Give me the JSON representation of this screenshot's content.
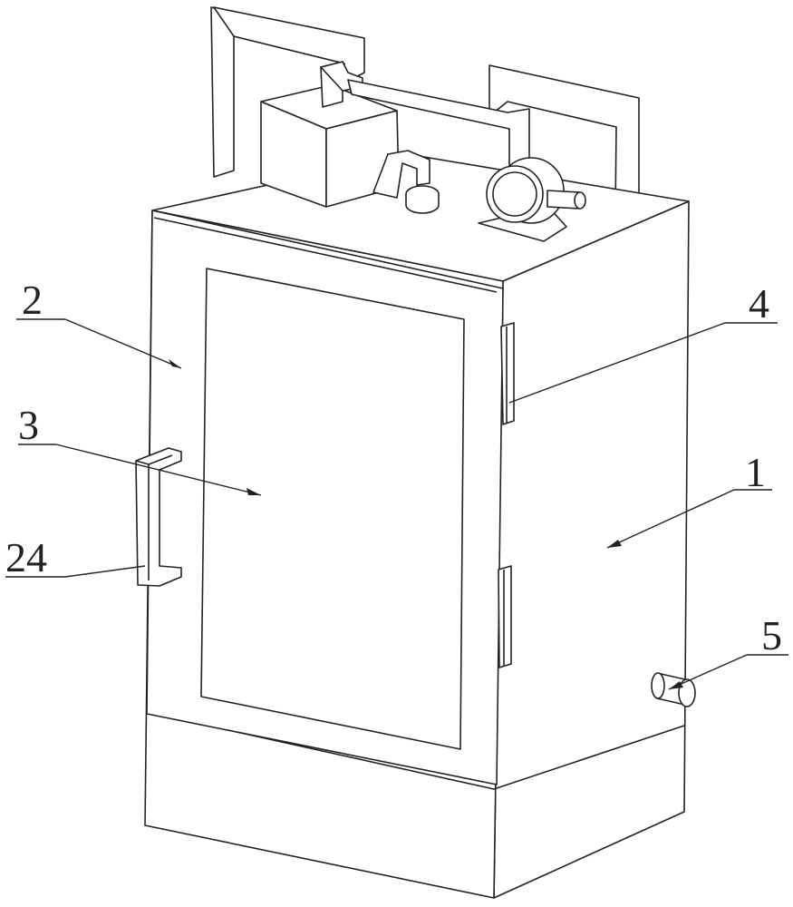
{
  "colors": {
    "line": "#222222",
    "background": "#ffffff"
  },
  "labels": [
    {
      "id": "housing",
      "text": "1"
    },
    {
      "id": "door",
      "text": "2"
    },
    {
      "id": "window",
      "text": "3"
    },
    {
      "id": "hinge",
      "text": "4"
    },
    {
      "id": "outlet",
      "text": "5"
    },
    {
      "id": "handle",
      "text": "24"
    }
  ]
}
